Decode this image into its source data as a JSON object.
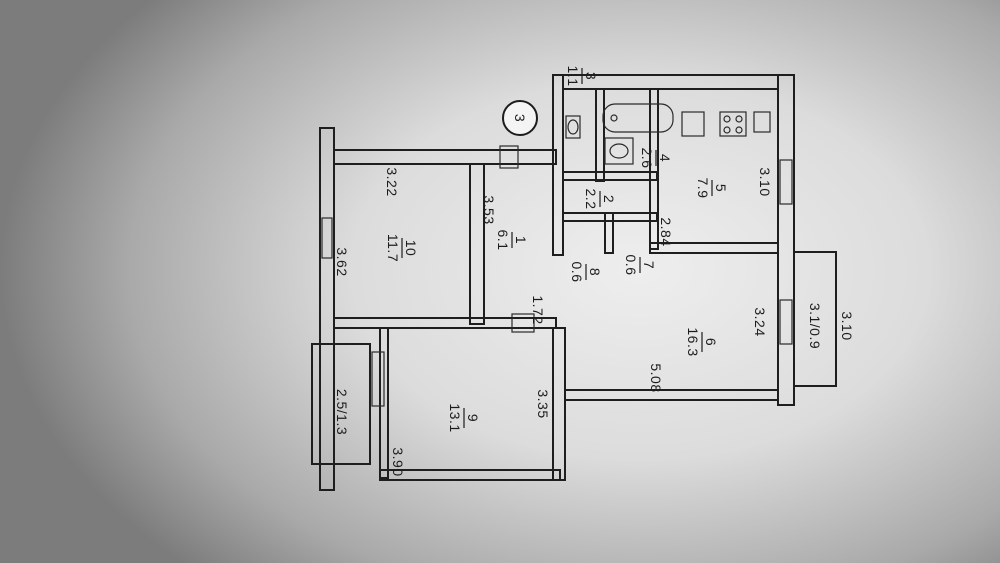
{
  "marker": "3",
  "rooms": [
    {
      "id": "room-1",
      "number": "1",
      "area": "6.1"
    },
    {
      "id": "room-2",
      "number": "2",
      "area": "2.2"
    },
    {
      "id": "room-3",
      "number": "3",
      "area": "1.1"
    },
    {
      "id": "room-4",
      "number": "4",
      "area": "2.6"
    },
    {
      "id": "room-5",
      "number": "5",
      "area": "7.9"
    },
    {
      "id": "room-6",
      "number": "6",
      "area": "16.3"
    },
    {
      "id": "room-7",
      "number": "7",
      "area": "0.6"
    },
    {
      "id": "room-8",
      "number": "8",
      "area": "0.6"
    },
    {
      "id": "room-9",
      "number": "9",
      "area": "13.1"
    },
    {
      "id": "room-10",
      "number": "10",
      "area": "11.7"
    }
  ],
  "dimensions": {
    "d_3_22": "3.22",
    "d_3_53": "3.53",
    "d_3_62": "3.62",
    "d_1_72": "1.72",
    "d_3_35": "3.35",
    "d_3_90": "3.90",
    "d_2_84": "2.84",
    "d_3_10_kitchen": "3.10",
    "d_5_08": "5.08",
    "d_3_24": "3.24",
    "d_3_10_balcony": "3.10"
  },
  "balconies": {
    "left": "2.5/1.3",
    "right": "3.1/0.9"
  }
}
